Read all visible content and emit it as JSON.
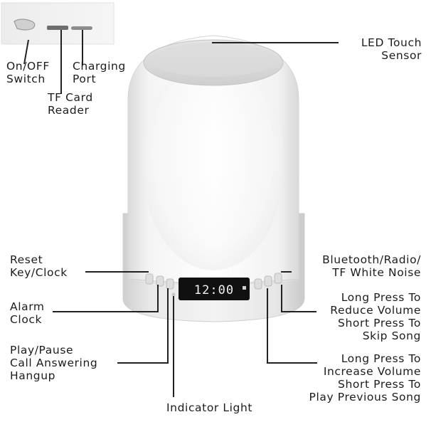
{
  "display": {
    "time": "12:00"
  },
  "labels": {
    "led_touch_sensor": [
      "LED Touch",
      "Sensor"
    ],
    "on_off_switch": [
      "On/OFF",
      "Switch"
    ],
    "charging_port": [
      "Charging",
      "Port"
    ],
    "tf_card_reader": [
      "TF Card",
      "Reader"
    ],
    "reset_key_clock": [
      "Reset",
      "Key/Clock"
    ],
    "alarm_clock": [
      "Alarm",
      "Clock"
    ],
    "play_pause": [
      "Play/Pause",
      "Call Answering",
      "Hangup"
    ],
    "indicator_light": [
      "Indicator Light"
    ],
    "bluetooth_mode": [
      "Bluetooth/Radio/",
      "TF White Noise"
    ],
    "volume_down": [
      "Long Press To",
      "Reduce Volume",
      "Short Press To",
      "Skip Song"
    ],
    "volume_up": [
      "Long Press To",
      "Increase Volume",
      "Short Press To",
      "Play Previous Song"
    ]
  }
}
